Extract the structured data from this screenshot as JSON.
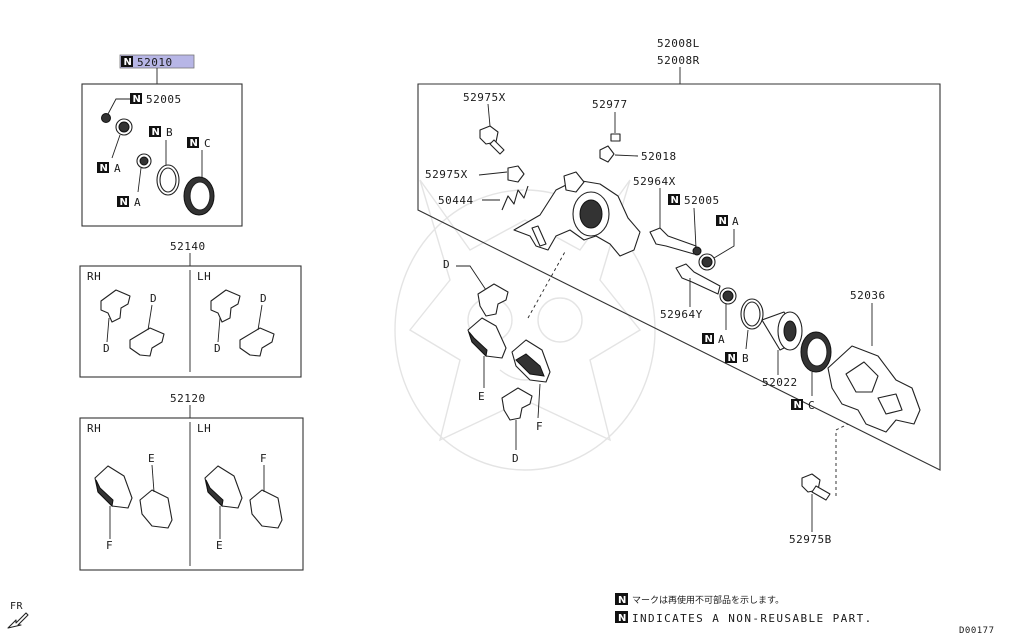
{
  "diagram_code": "D00177",
  "front_marker": "FR",
  "legend": {
    "n_symbol": "N",
    "note_ja": "マークは再使用不可部品を示します。",
    "note_en": "INDICATES A NON-REUSABLE PART."
  },
  "kit_52010": {
    "part_no": "52010",
    "items": [
      {
        "code": "52005",
        "non_reusable": true
      },
      {
        "code": "A",
        "non_reusable": true
      },
      {
        "code": "A",
        "non_reusable": true
      },
      {
        "code": "B",
        "non_reusable": true
      },
      {
        "code": "C",
        "non_reusable": true
      }
    ]
  },
  "kit_52140": {
    "part_no": "52140",
    "side_rh": "RH",
    "side_lh": "LH",
    "labels": {
      "d": "D"
    }
  },
  "kit_52120": {
    "part_no": "52120",
    "side_rh": "RH",
    "side_lh": "LH",
    "labels": {
      "e": "E",
      "f": "F"
    }
  },
  "caliper_assembly": {
    "part_no_l": "52008L",
    "part_no_r": "52008R",
    "parts": {
      "p52975x_a": "52975X",
      "p52975x_b": "52975X",
      "p52977": "52977",
      "p52018": "52018",
      "p50444": "50444",
      "p52964x": "52964X",
      "p52005": "52005",
      "p52964y": "52964Y",
      "p52036": "52036",
      "p52022": "52022",
      "p52975b": "52975B"
    },
    "letters": {
      "a": "A",
      "b": "B",
      "c": "C",
      "d": "D",
      "e": "E",
      "f": "F"
    }
  }
}
